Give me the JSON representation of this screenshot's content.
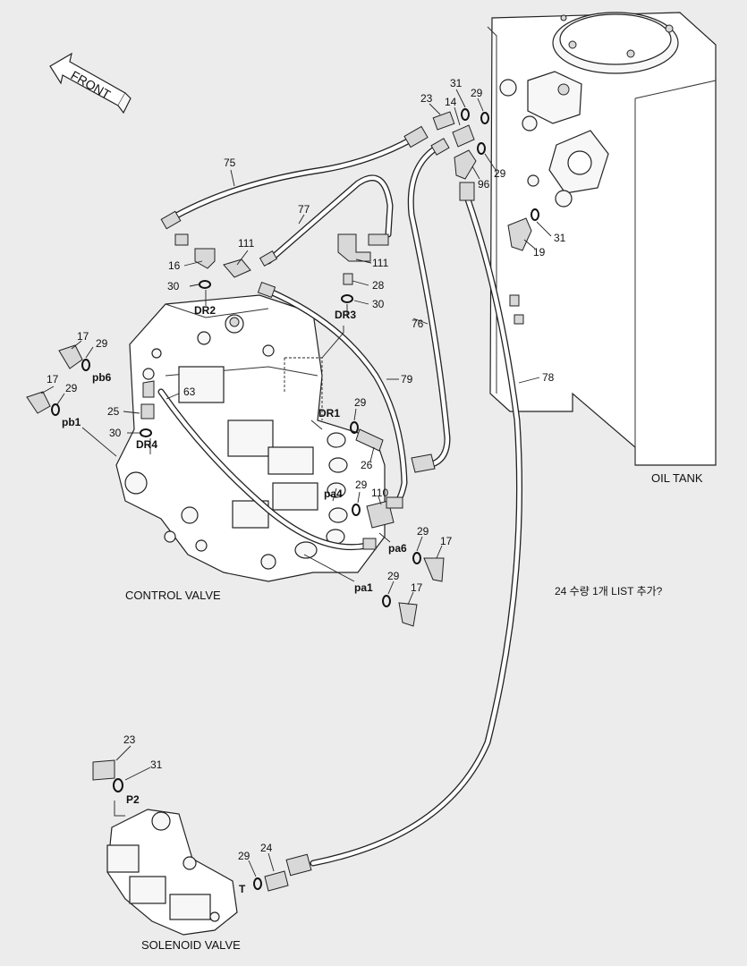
{
  "direction_label": "FRONT",
  "captions": {
    "control_valve": "CONTROL VALVE",
    "oil_tank": "OIL TANK",
    "solenoid_valve": "SOLENOID VALVE"
  },
  "note": "24 수량 1개 LIST 추가?",
  "part_numbers": {
    "p75": "75",
    "p77": "77",
    "p76": "76",
    "p79": "79",
    "p78": "78",
    "p63": "63",
    "p111a": "111",
    "p111b": "111",
    "p16": "16",
    "p30a": "30",
    "p30b": "30",
    "p30c": "30",
    "p28": "28",
    "p17a": "17",
    "p29a": "29",
    "p17b": "17",
    "p29b": "29",
    "p25": "25",
    "p23a": "23",
    "p31a": "31",
    "p14": "14",
    "p29c": "29",
    "p29d": "29",
    "p96": "96",
    "p31b": "31",
    "p19": "19",
    "p29e": "29",
    "p26": "26",
    "p29f": "29",
    "p110": "110",
    "p29g": "29",
    "p17c": "17",
    "p29h": "29",
    "p17d": "17",
    "p23b": "23",
    "p31c": "31",
    "p29i": "29",
    "p24": "24"
  },
  "ports": {
    "dr2": "DR2",
    "dr3": "DR3",
    "dr4": "DR4",
    "dr1": "DR1",
    "pb6": "pb6",
    "pb1": "pb1",
    "pa4": "pa4",
    "pa6": "pa6",
    "pa1": "pa1",
    "p2": "P2",
    "t": "T"
  }
}
